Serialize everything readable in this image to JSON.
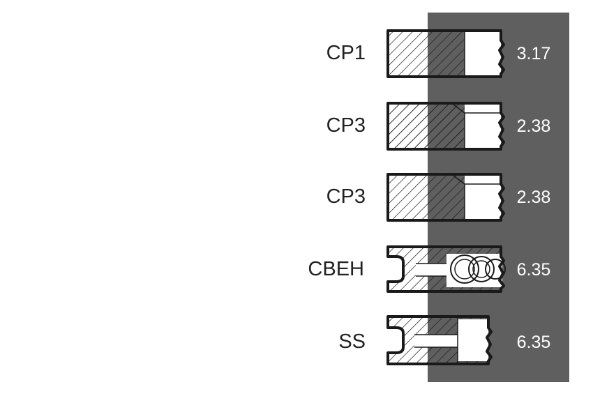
{
  "colors": {
    "panel": "#5f5f5f",
    "outline": "#1a1a1a",
    "hatch": "#1a1a1a",
    "label_text": "#222222",
    "value_text": "#ffffff"
  },
  "rings": [
    {
      "label": "CP1",
      "value": "3.17",
      "profile": "plain"
    },
    {
      "label": "CP3",
      "value": "2.38",
      "profile": "taper"
    },
    {
      "label": "CP3",
      "value": "2.38",
      "profile": "taper"
    },
    {
      "label": "CBEH",
      "value": "6.35",
      "profile": "oil-expander"
    },
    {
      "label": "SS",
      "value": "6.35",
      "profile": "oil-slotted"
    }
  ]
}
